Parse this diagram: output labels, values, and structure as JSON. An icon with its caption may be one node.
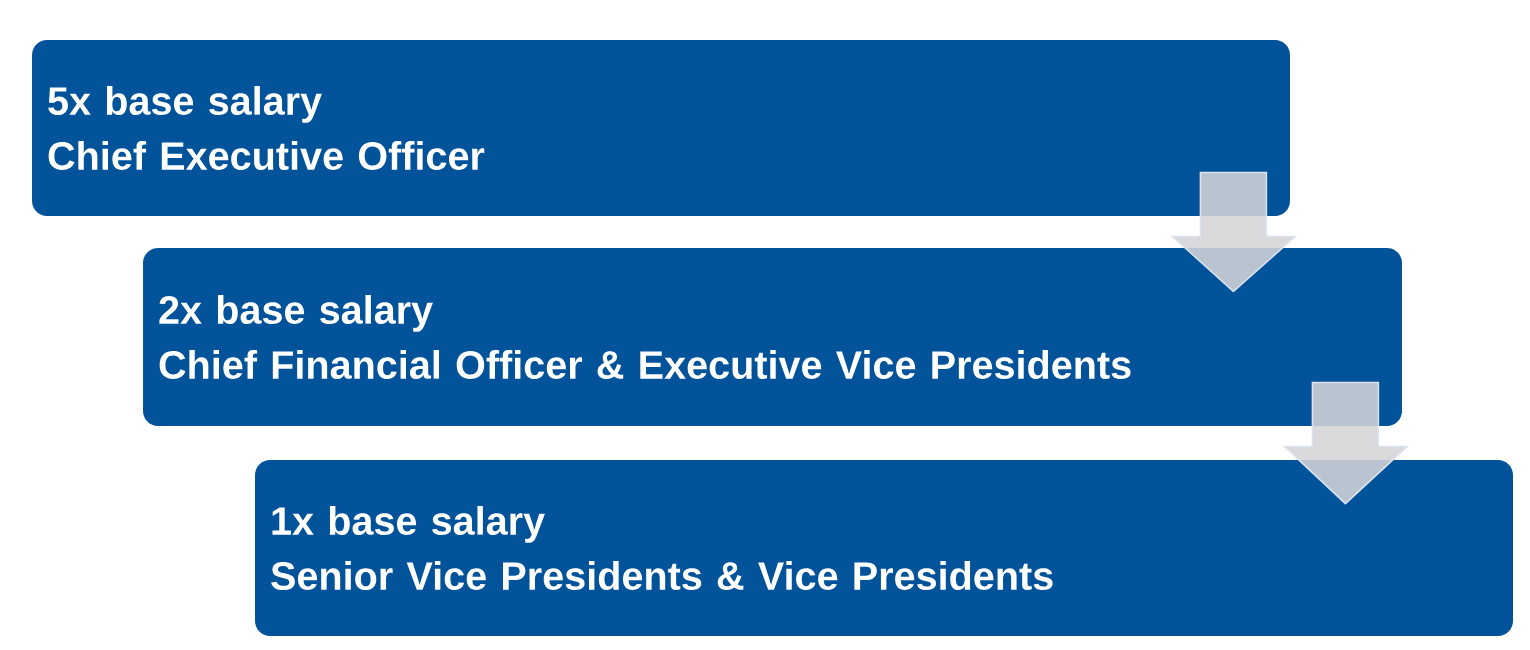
{
  "diagram": {
    "nodes": [
      {
        "text": [
          "5x base salary",
          "Chief Executive Officer"
        ]
      },
      {
        "text": [
          "2x base salary",
          "Chief Financial Officer & Executive Vice Presidents"
        ]
      },
      {
        "text": [
          "1x base salary",
          "Senior Vice Presidents & Vice Presidents"
        ]
      }
    ],
    "edges": [
      {
        "from": 0,
        "to": 1,
        "arrow": "to"
      },
      {
        "from": 1,
        "to": 2,
        "arrow": "to"
      }
    ]
  }
}
